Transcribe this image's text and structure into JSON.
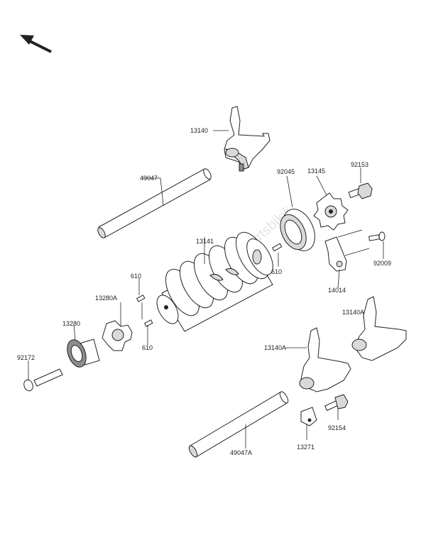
{
  "diagram": {
    "colors": {
      "stroke": "#222222",
      "shade": "#d9d9d9",
      "dark": "#8c8c8c",
      "background": "#ffffff"
    },
    "direction_arrow_icon": "arrow-up-left-icon",
    "watermark": "partsbikik",
    "labels": {
      "p13140": "13140",
      "p49047": "49047",
      "p13145": "13145",
      "p92153": "92153",
      "p92045": "92045",
      "p13141": "13141",
      "p610_top": "610",
      "p610_right": "610",
      "p610_bottom": "610",
      "p92009": "92009",
      "p14014": "14014",
      "p13280A": "13280A",
      "p13140A_right": "13140A",
      "p13140A_left": "13140A",
      "p13280": "13280",
      "p92172": "92172",
      "p92154": "92154",
      "p13271": "13271",
      "p49047A": "49047A"
    }
  }
}
